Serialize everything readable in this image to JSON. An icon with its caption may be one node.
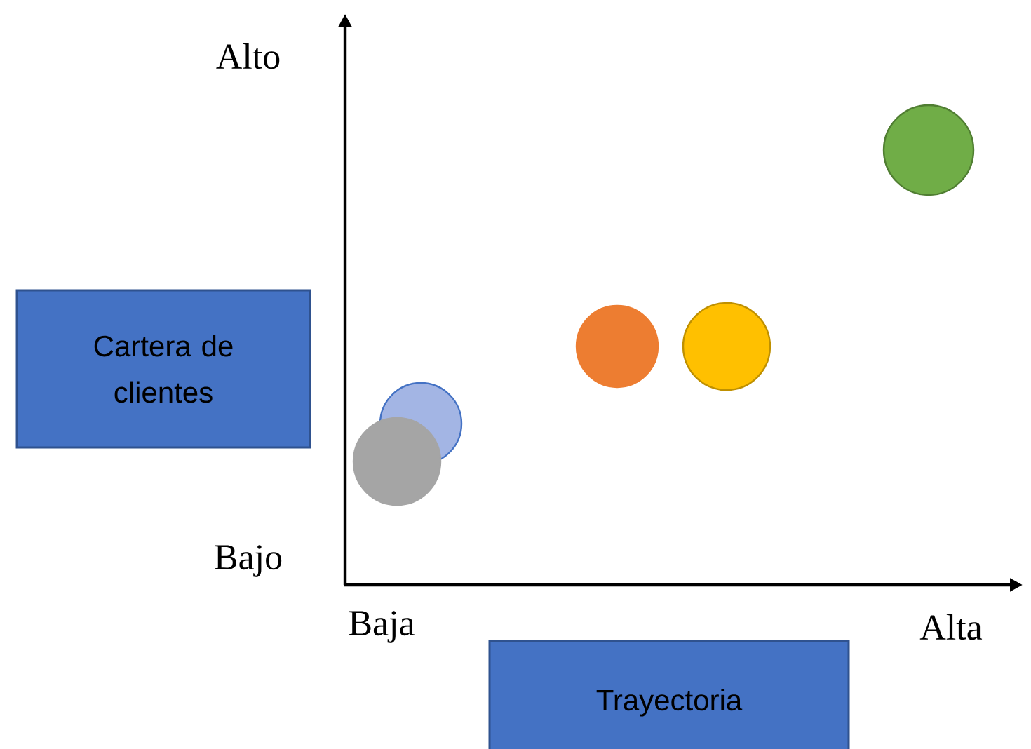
{
  "diagram": {
    "nodes": [
      {
        "text": [
          "Cartera de clientes"
        ]
      },
      {
        "text": [
          "Trayectoria"
        ]
      },
      {
        "text": [],
        "shape": "circle"
      },
      {
        "text": [],
        "shape": "circle"
      },
      {
        "text": [],
        "shape": "circle"
      },
      {
        "text": [],
        "shape": "circle"
      },
      {
        "text": [],
        "shape": "circle"
      }
    ],
    "labels": [
      "Alto",
      "Bajo",
      "Baja",
      "Alta"
    ]
  }
}
